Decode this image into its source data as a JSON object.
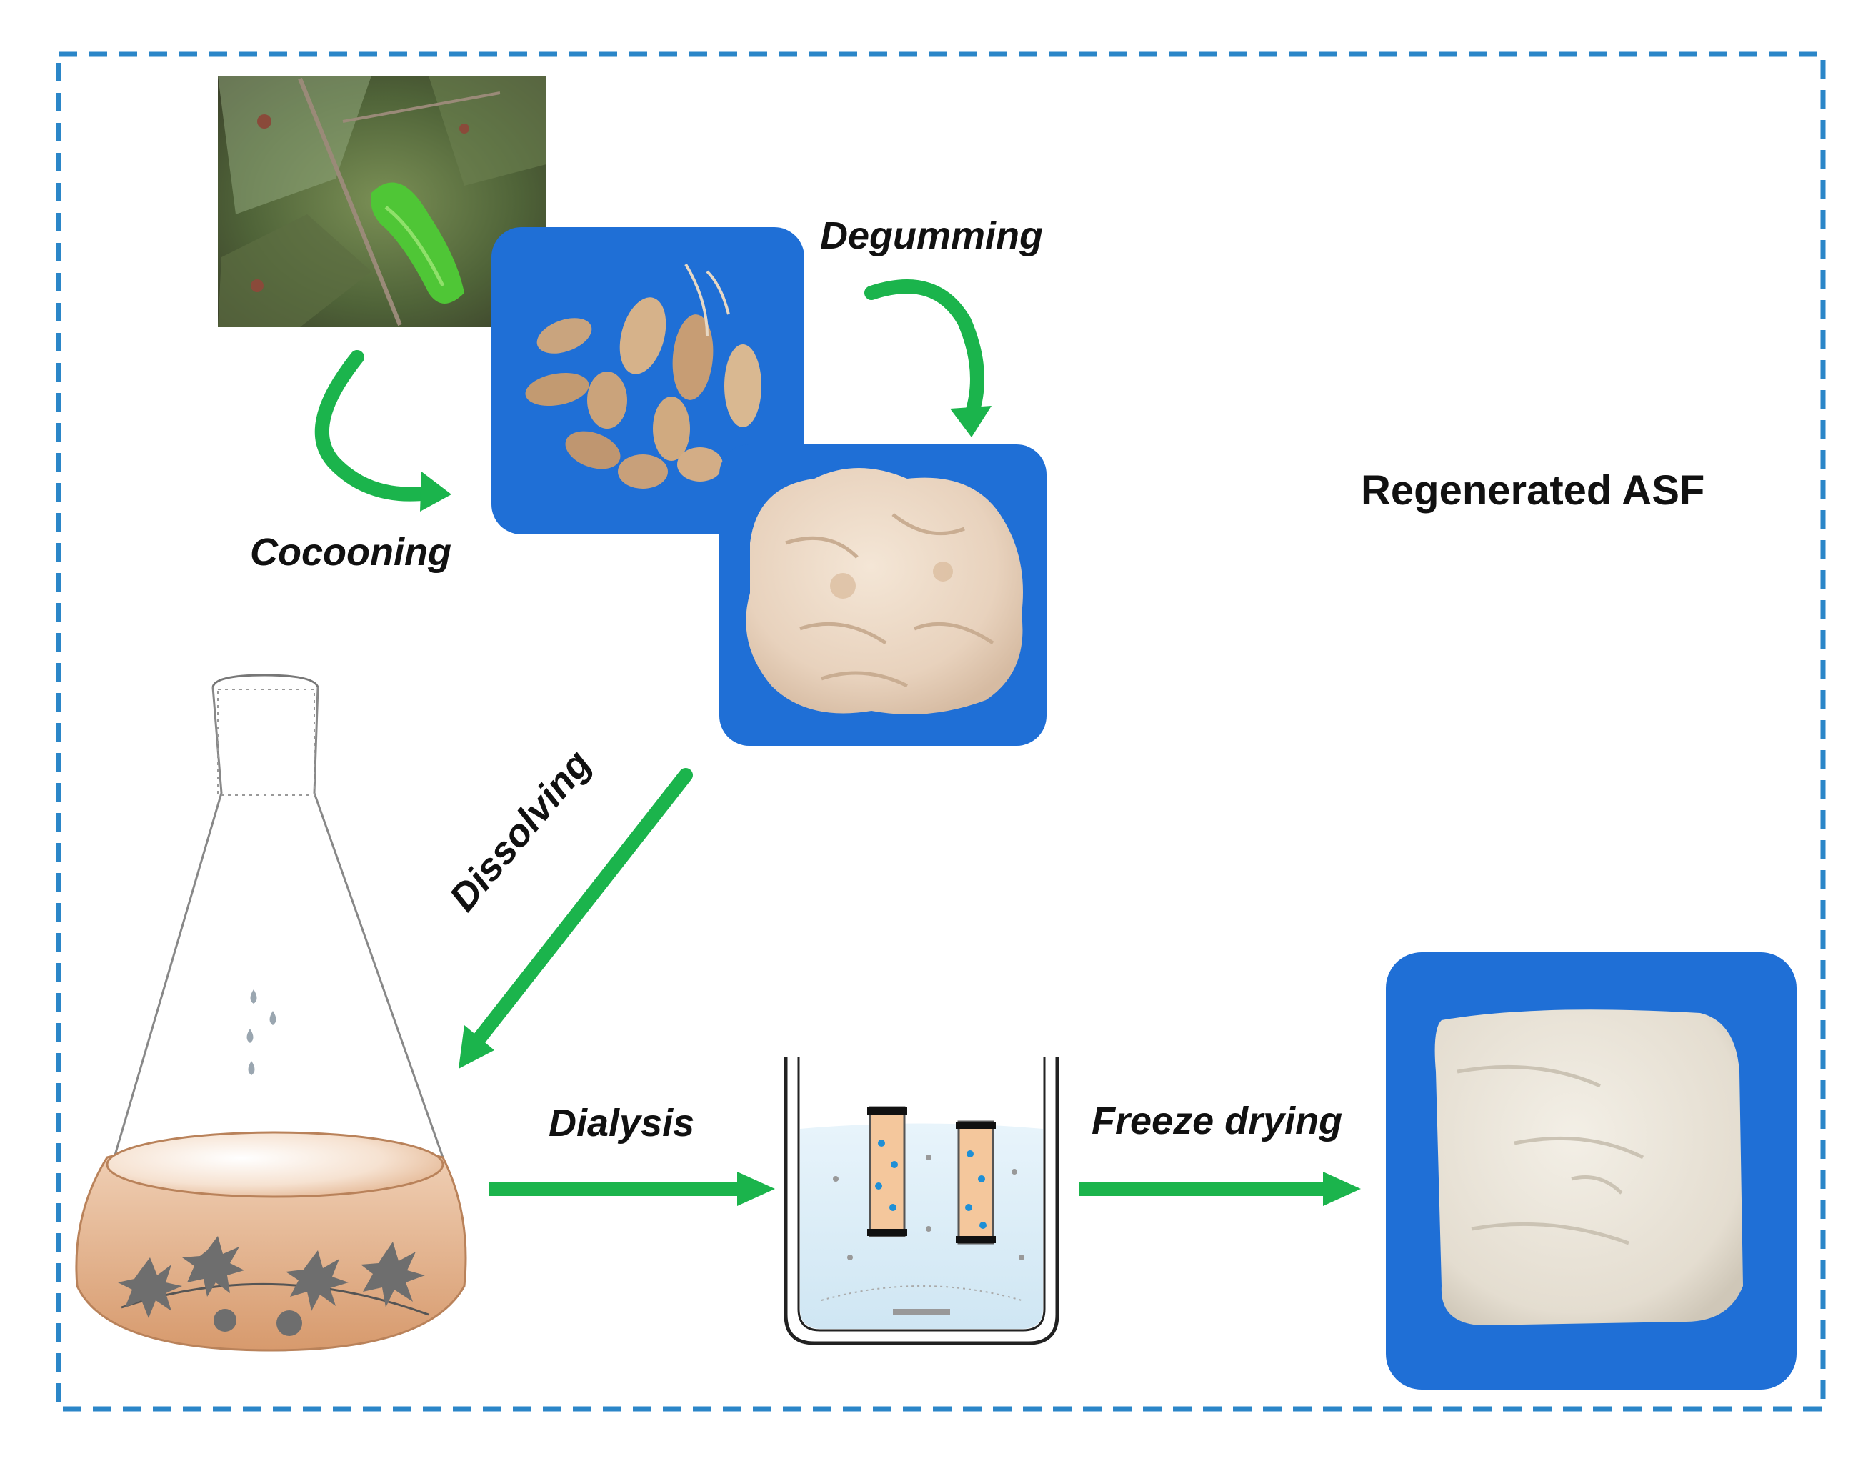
{
  "labels": {
    "degumming": "Degumming",
    "cocooning": "Cocooning",
    "dissolving": "Dissolving",
    "dialysis": "Dialysis",
    "freeze_drying": "Freeze drying",
    "regenerated_asf": "Regenerated ASF"
  },
  "icons": [
    "caterpillar-photo",
    "cocoons-photo",
    "degummed-fiber-photo",
    "erlenmeyer-flask-icon",
    "dialysis-beaker-icon",
    "sponge-photo"
  ],
  "colors": {
    "border": "#2b86c8",
    "arrow": "#1bb44c",
    "panel_blue": "#1f6fd6",
    "flask_liquid": "#e0ad86",
    "dialysis_water": "#d9ecf7"
  }
}
